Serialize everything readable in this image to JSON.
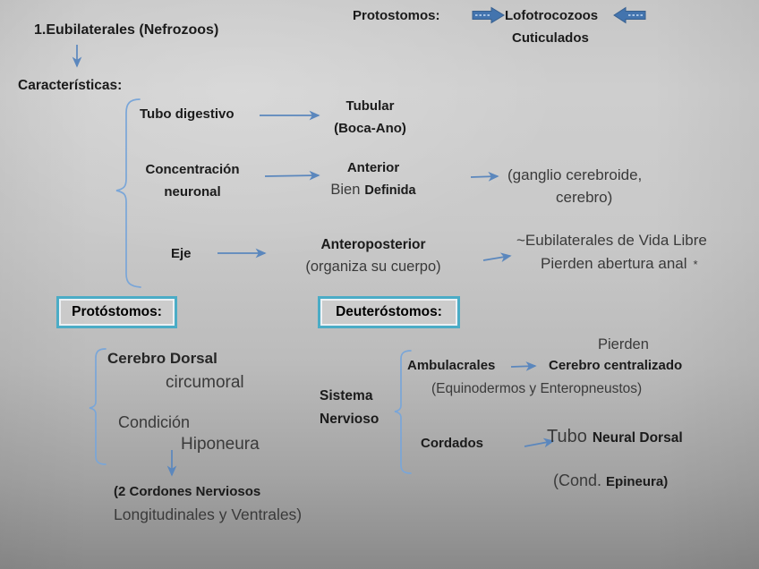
{
  "colors": {
    "arrow": "#5b87bd",
    "bracket": "#7aa6d8",
    "block_arrow_fill": "#4374ae",
    "block_arrow_stripe": "#a8c4e4",
    "box_border": "#4bacc6",
    "text_dark": "#1b1b1b",
    "text_soft": "#3a3a3a"
  },
  "header": {
    "title": "1.Eubilaterales (Nefrozoos)",
    "caracteristicas": "Características:"
  },
  "top_right": {
    "protostomos": "Protostomos:",
    "lofotrocozoos": "Lofotrocozoos",
    "cuticulados": "Cuticulados"
  },
  "caract": {
    "tubo_digestivo": "Tubo digestivo",
    "tubular": "Tubular",
    "boca_ano": "(Boca-Ano)",
    "concentracion": "Concentración",
    "neuronal": "neuronal",
    "anterior": "Anterior",
    "bien": "Bien",
    "definida": "Definida",
    "ganglio_l1": "(ganglio cerebroide,",
    "ganglio_l2": "cerebro)",
    "eje": "Eje",
    "anteroposterior": "Anteroposterior",
    "organiza": "(organiza su cuerpo)",
    "vida_libre_l1": "~Eubilaterales de Vida Libre",
    "vida_libre_l2": "Pierden abertura anal",
    "asterisk": "*"
  },
  "boxes": {
    "protostomos": "Protóstomos:",
    "deuterostomos": "Deuteróstomos:"
  },
  "protostome": {
    "cerebro_dorsal": "Cerebro Dorsal",
    "circumoral": "circumoral",
    "condicion": "Condición",
    "hiponeura": "Hiponeura",
    "cordones_l1": "(2 Cordones Nerviosos",
    "cordones_l2": "Longitudinales y Ventrales)"
  },
  "deuterostome": {
    "sistema": "Sistema",
    "nervioso": "Nervioso",
    "pierden": "Pierden",
    "ambulacrales": "Ambulacrales",
    "cerebro_centralizado": "Cerebro centralizado",
    "equinodermos": "(Equinodermos y Enteropneustos)",
    "cordados": "Cordados",
    "tubo": "Tubo",
    "neural_dorsal": "Neural Dorsal",
    "cond": "(Cond.",
    "epineura": "Epineura)"
  }
}
